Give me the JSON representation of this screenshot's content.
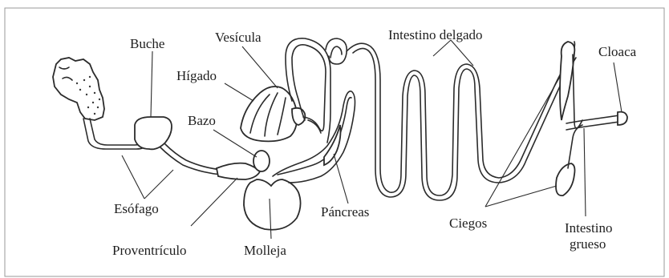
{
  "labels": {
    "buche": "Buche",
    "vesicula": "Vesícula",
    "intestino_delgado": "Intestino delgado",
    "cloaca": "Cloaca",
    "higado": "Hígado",
    "bazo": "Bazo",
    "esofago": "Esófago",
    "proventriculo": "Proventrículo",
    "molleja": "Molleja",
    "pancreas": "Páncreas",
    "ciegos": "Ciegos",
    "intestino_grueso_line1": "Intestino",
    "intestino_grueso_line2": "grueso"
  }
}
